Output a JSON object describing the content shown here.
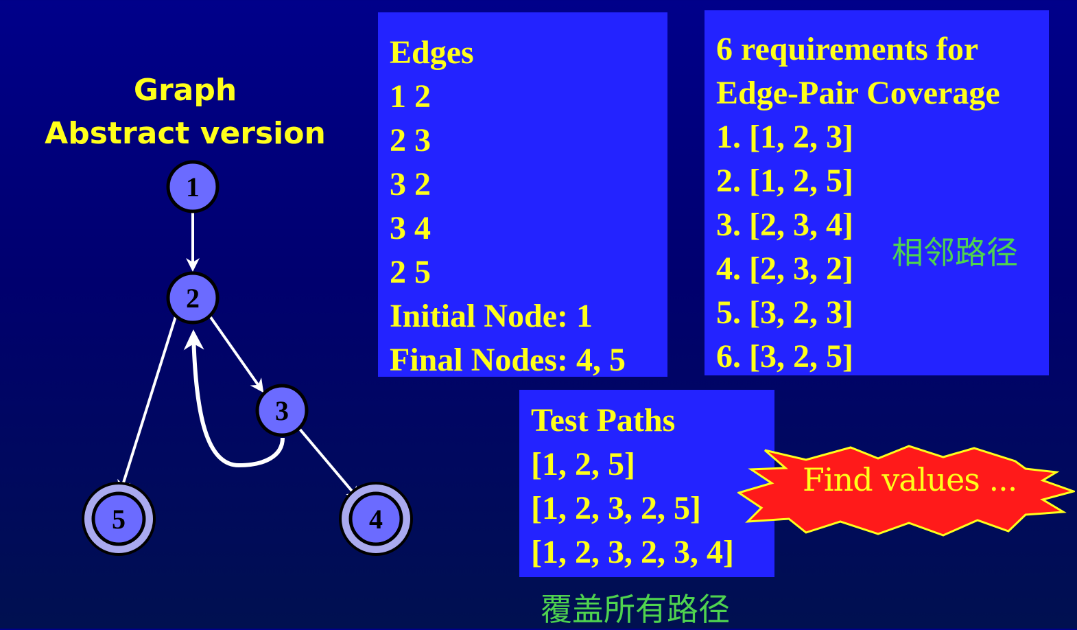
{
  "title": {
    "line1": "Graph",
    "line2": "Abstract version"
  },
  "graph": {
    "nodes": [
      {
        "id": "1",
        "label": "1",
        "final": false
      },
      {
        "id": "2",
        "label": "2",
        "final": false
      },
      {
        "id": "3",
        "label": "3",
        "final": false
      },
      {
        "id": "4",
        "label": "4",
        "final": true
      },
      {
        "id": "5",
        "label": "5",
        "final": true
      }
    ],
    "edges": [
      [
        "1",
        "2"
      ],
      [
        "2",
        "3"
      ],
      [
        "3",
        "2"
      ],
      [
        "3",
        "4"
      ],
      [
        "2",
        "5"
      ]
    ]
  },
  "edges_box": {
    "heading": "Edges",
    "items": [
      "1 2",
      "2 3",
      "3 2",
      "3 4",
      "2 5"
    ],
    "initial": "Initial Node: 1",
    "final": "Final Nodes: 4, 5"
  },
  "requirements_box": {
    "heading_line1": "6 requirements for",
    "heading_line2": "Edge-Pair Coverage",
    "items": [
      "1. [1, 2, 3]",
      "2. [1, 2, 5]",
      "3. [2, 3, 4]",
      "4. [2, 3, 2]",
      "5. [3, 2, 3]",
      "6. [3, 2, 5]"
    ],
    "annotation": "相邻路径"
  },
  "test_paths_box": {
    "heading": "Test Paths",
    "items": [
      "[1, 2, 5]",
      "[1, 2, 3, 2, 5]",
      "[1, 2, 3, 2, 3, 4]"
    ],
    "annotation": "覆盖所有路径"
  },
  "callout": {
    "text": "Find values ..."
  },
  "colors": {
    "background": "#00008a",
    "box": "#2323ff",
    "text": "#ffff1a",
    "node_fill": "#6b6bff",
    "annotation": "#4fd34f",
    "burst": "#ff1a1a"
  }
}
